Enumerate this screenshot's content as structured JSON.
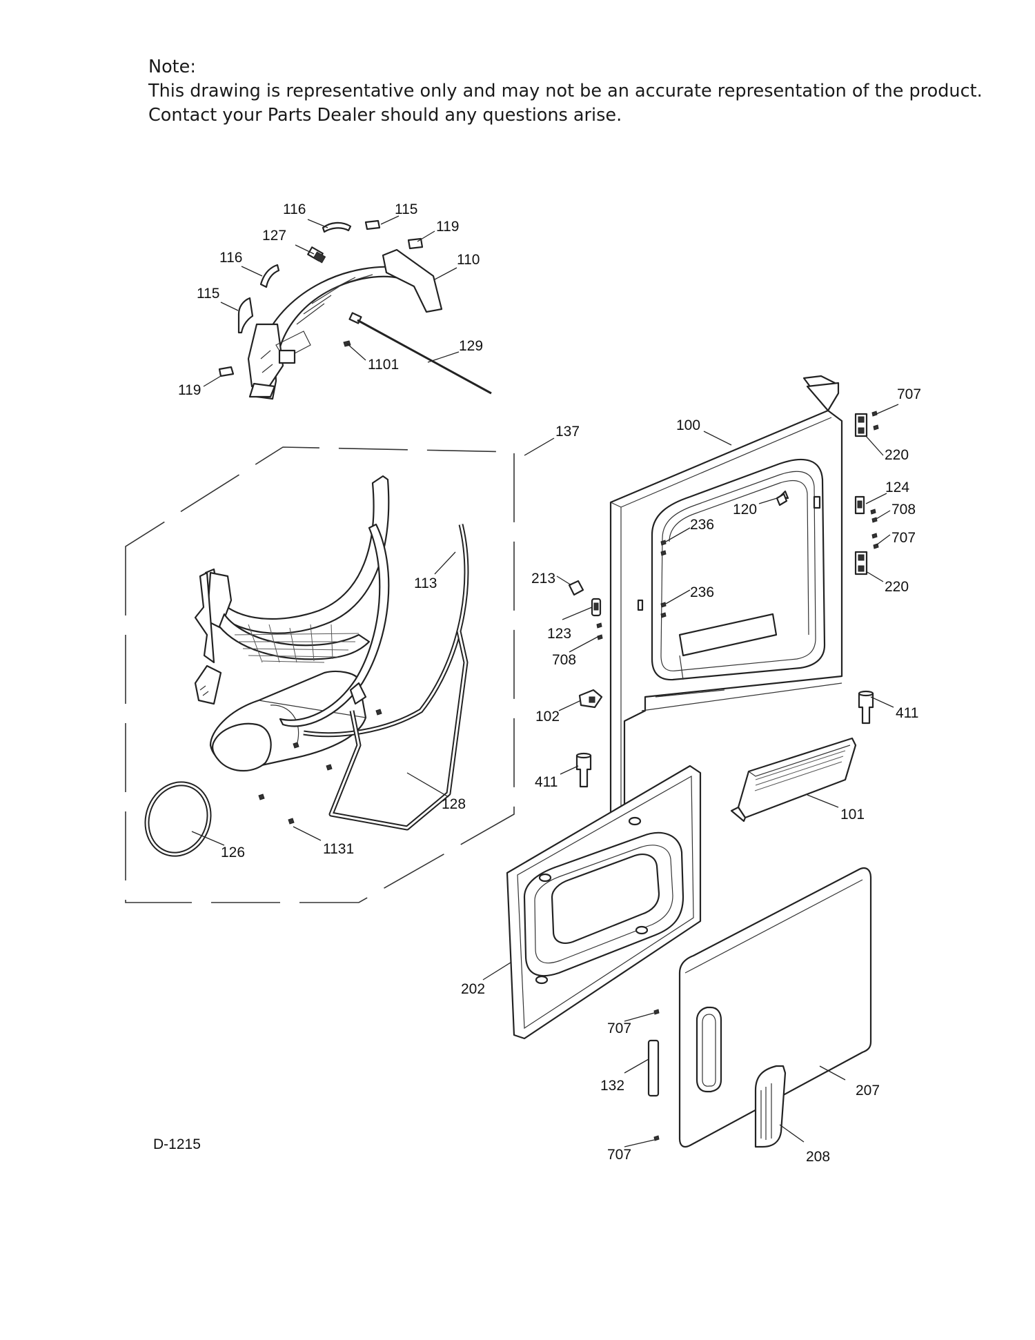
{
  "note": {
    "heading": "Note:",
    "line1": "This drawing is representative only and may not be an accurate representation of the product.",
    "line2": "Contact your Parts Dealer should any questions arise."
  },
  "diagram_code": "D-1215",
  "callouts": {
    "c116a": "116",
    "c115a": "115",
    "c119a": "119",
    "c127": "127",
    "c116b": "116",
    "c110": "110",
    "c115b": "115",
    "c129": "129",
    "c1101": "1101",
    "c119b": "119",
    "c707a": "707",
    "c100": "100",
    "c137": "137",
    "c220a": "220",
    "c124": "124",
    "c120": "120",
    "c708a": "708",
    "c236a": "236",
    "c707b": "707",
    "c213": "213",
    "c113": "113",
    "c220b": "220",
    "c236b": "236",
    "c123": "123",
    "c708b": "708",
    "c411a": "411",
    "c102": "102",
    "c411b": "411",
    "c128": "128",
    "c101": "101",
    "c126": "126",
    "c1131": "1131",
    "c202": "202",
    "c707c": "707",
    "c207": "207",
    "c132": "132",
    "c707d": "707",
    "c208": "208"
  }
}
